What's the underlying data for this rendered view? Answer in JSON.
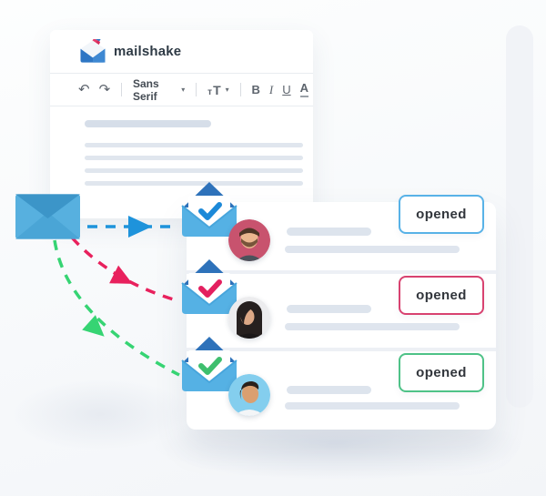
{
  "brand": {
    "name": "mailshake",
    "logo_colors": {
      "envelope_blue": "#2E76C4",
      "shaker_pink": "#E73E6B"
    }
  },
  "composer": {
    "toolbar": {
      "undo_icon": "↶",
      "redo_icon": "↷",
      "font_family_label": "Sans Serif",
      "dropdown_caret": "▾",
      "font_size_small": "т",
      "font_size_large": "T",
      "bold_label": "B",
      "italic_label": "I",
      "underline_label": "U",
      "text_color_label": "A"
    }
  },
  "inbox": {
    "rows": [
      {
        "badge_label": "opened",
        "accent_color": "#58B2E7",
        "avatar": "man-short-hair-beard",
        "avatar_bg": "#C8536E"
      },
      {
        "badge_label": "opened",
        "accent_color": "#D84270",
        "avatar": "woman-long-dark-hair",
        "avatar_bg": "#ECECEE"
      },
      {
        "badge_label": "opened",
        "accent_color": "#4EC287",
        "avatar": "man-looking-up",
        "avatar_bg": "#84CEEE"
      }
    ]
  },
  "flow": {
    "arrow_colors": {
      "blue": "#1E93DB",
      "pink": "#E8215D",
      "green": "#36D473"
    },
    "check_colors": [
      "#1C89D8",
      "#E31F5F",
      "#3EBF6E"
    ],
    "sender_envelope_color": "#57B0DF"
  }
}
